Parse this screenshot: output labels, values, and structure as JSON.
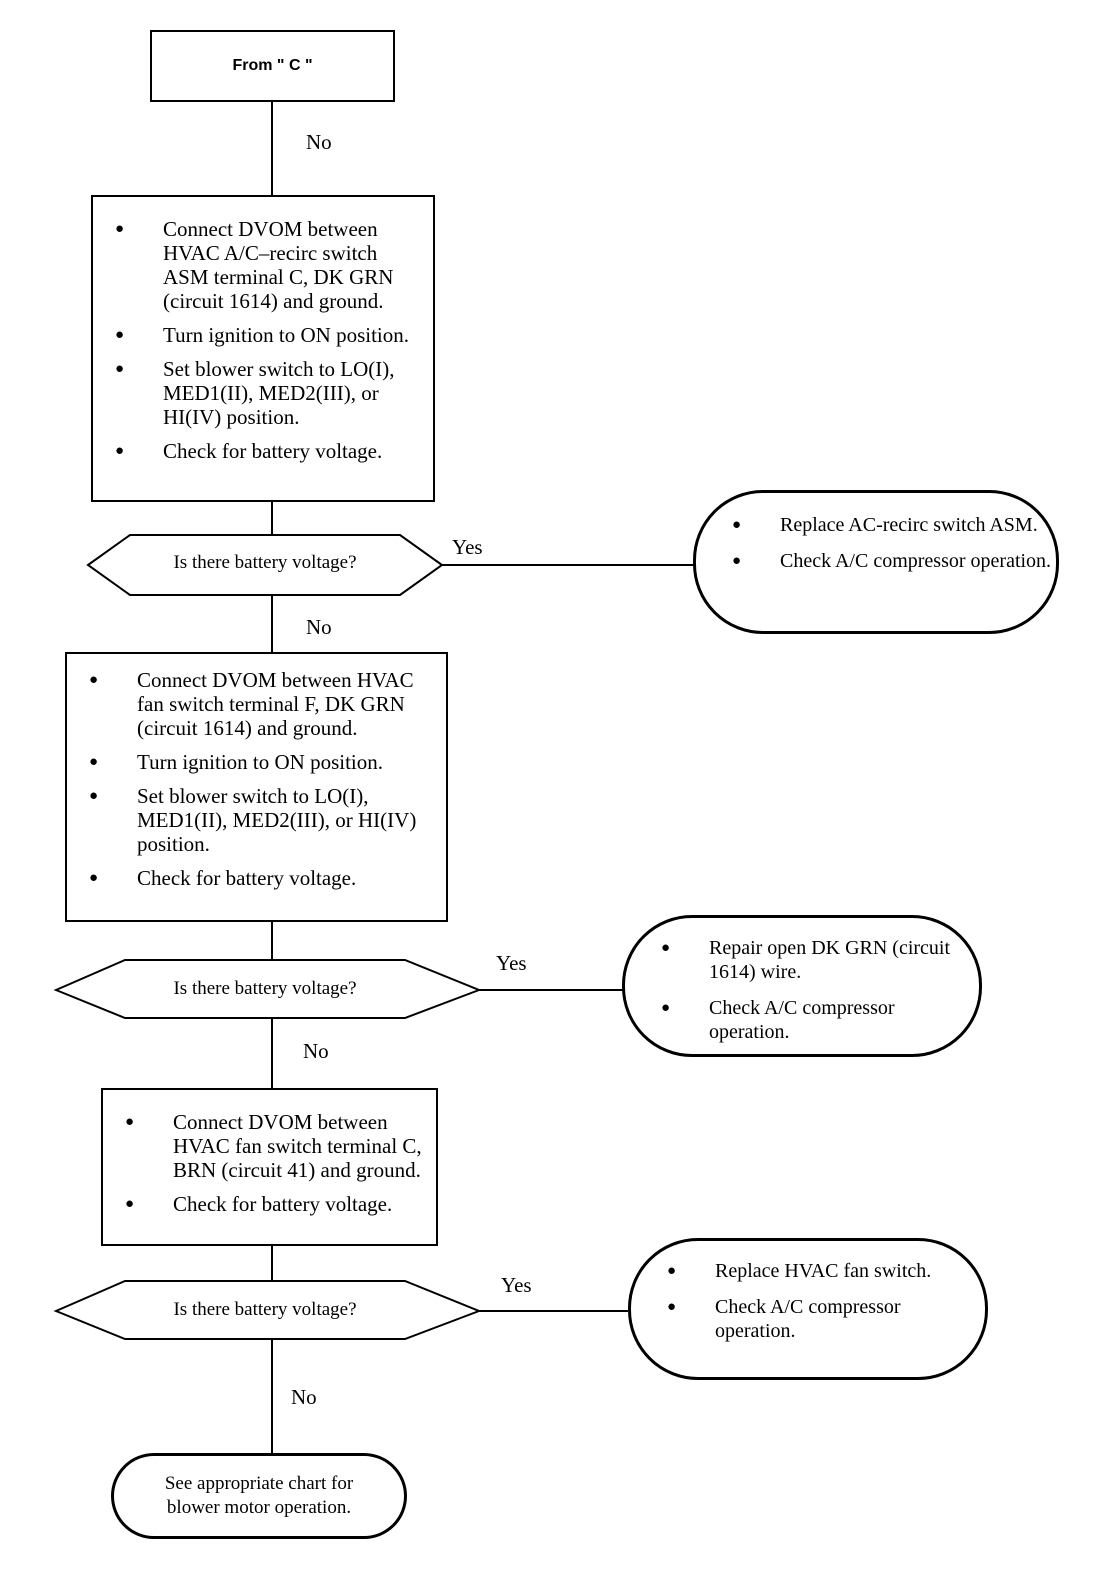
{
  "start": {
    "text": "From \" C \""
  },
  "step1": {
    "items": [
      "Connect DVOM between HVAC A/C–recirc switch ASM terminal C, DK GRN (circuit 1614) and ground.",
      "Turn ignition to ON position.",
      "Set blower switch to LO(I), MED1(II), MED2(III), or HI(IV) position.",
      "Check for battery voltage."
    ]
  },
  "decision1": {
    "question": "Is there battery voltage?",
    "yes": "Yes",
    "no": "No"
  },
  "result1": {
    "items": [
      "Replace AC-recirc switch ASM.",
      "Check A/C compressor operation."
    ]
  },
  "step2": {
    "items": [
      "Connect DVOM between HVAC fan switch terminal F, DK GRN (circuit 1614) and ground.",
      "Turn ignition to ON position.",
      "Set blower switch to LO(I), MED1(II), MED2(III), or HI(IV) position.",
      "Check for battery voltage."
    ]
  },
  "decision2": {
    "question": "Is there battery voltage?",
    "yes": "Yes",
    "no": "No"
  },
  "result2": {
    "items": [
      "Repair open DK GRN (circuit 1614) wire.",
      "Check A/C compressor operation."
    ]
  },
  "step3": {
    "items": [
      "Connect DVOM between HVAC fan switch terminal C, BRN (circuit 41) and ground.",
      "Check for battery voltage."
    ]
  },
  "decision3": {
    "question": "Is there battery voltage?",
    "yes": "Yes",
    "no": "No"
  },
  "result3": {
    "items": [
      "Replace HVAC fan switch.",
      "Check A/C compressor operation."
    ]
  },
  "start_no": "No",
  "end": {
    "text": "See appropriate chart for blower motor operation."
  }
}
